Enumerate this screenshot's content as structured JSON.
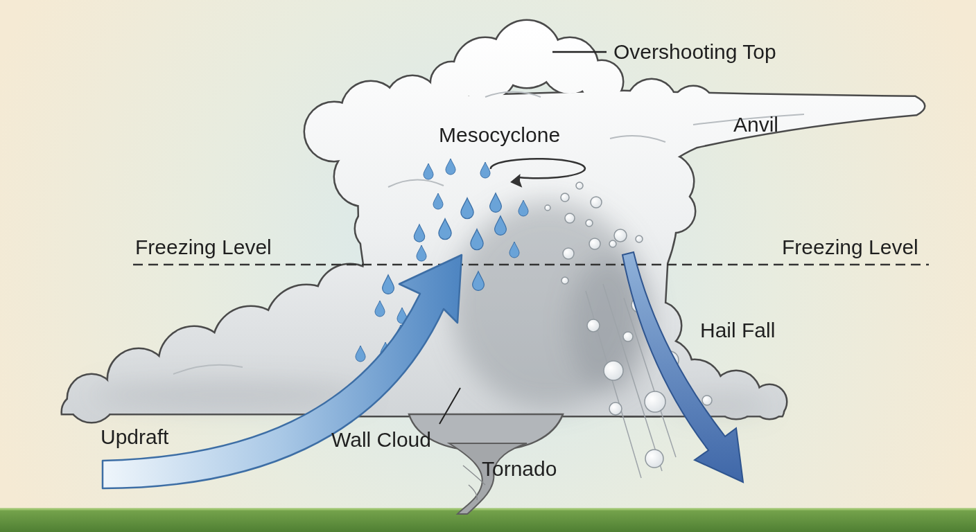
{
  "diagram": {
    "labels": [
      "Overshooting Top",
      "Anvil",
      "Mesocyclone",
      "Freezing Level",
      "Freezing Level",
      "Hail Fall",
      "Updraft",
      "Wall Cloud",
      "Tornado"
    ]
  }
}
